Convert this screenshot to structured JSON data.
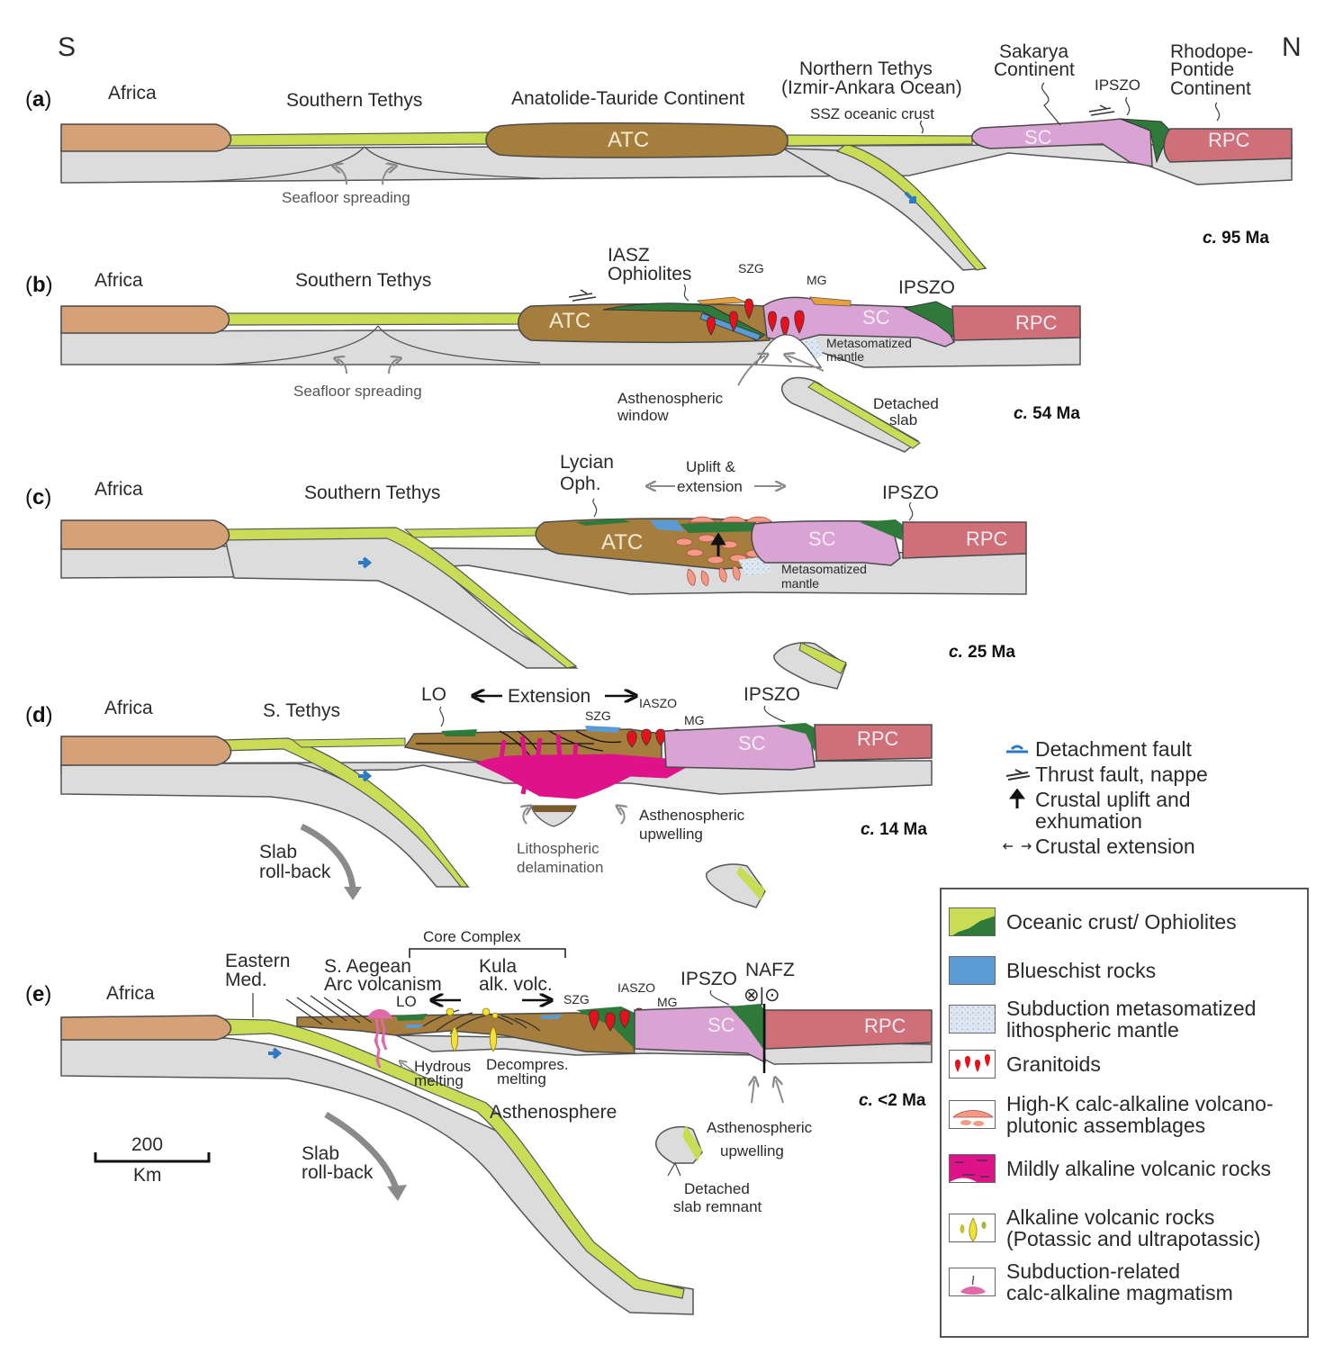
{
  "orientation": {
    "south": "S",
    "north": "N"
  },
  "colors": {
    "africa": "#d4a276",
    "atc": "#a57d3c",
    "sc": "#d9a3d3",
    "rpc": "#cf6f78",
    "oceanic_crust": "#c9dc55",
    "ophiolite": "#2f7a3a",
    "mantle": "#dcdcdc",
    "blueschist": "#5b9bd5",
    "granitoid": "#e3121b",
    "high_k": "#f29a86",
    "mildly_alkaline": "#e0128a",
    "alkaline": "#f1e23a",
    "subduction_magma": "#e06aa8",
    "arrow_blue": "#2f79c4",
    "arrow_gray": "#8a8a8a",
    "outline": "#4a4a4a"
  },
  "panels": [
    {
      "id": "a",
      "label": "a",
      "age_prefix": "c.",
      "age": "95 Ma",
      "labels": {
        "africa": "Africa",
        "ocean": "Southern Tethys",
        "atc_name": "Anatolide-Tauride Continent",
        "atc": "ATC",
        "northern_tethys_1": "Northern Tethys",
        "northern_tethys_2": "(Izmir-Ankara Ocean)",
        "ssz": "SSZ oceanic crust",
        "sakarya_1": "Sakarya",
        "sakarya_2": "Continent",
        "ipszo": "IPSZO",
        "rhodope_1": "Rhodope-",
        "rhodope_2": "Pontide",
        "rhodope_3": "Continent",
        "sc": "SC",
        "rpc": "RPC",
        "spreading": "Seafloor spreading"
      }
    },
    {
      "id": "b",
      "label": "b",
      "age_prefix": "c.",
      "age": "54 Ma",
      "labels": {
        "africa": "Africa",
        "ocean": "Southern Tethys",
        "iasz_1": "IASZ",
        "iasz_2": "Ophiolites",
        "szg": "SZG",
        "mg": "MG",
        "ipszo": "IPSZO",
        "atc": "ATC",
        "sc": "SC",
        "rpc": "RPC",
        "meta_1": "Metasomatized",
        "meta_2": "mantle",
        "spreading": "Seafloor spreading",
        "astheno_1": "Asthenospheric",
        "astheno_2": "window",
        "detached_1": "Detached",
        "detached_2": "slab"
      }
    },
    {
      "id": "c",
      "label": "c",
      "age_prefix": "c.",
      "age": "25 Ma",
      "labels": {
        "africa": "Africa",
        "ocean": "Southern Tethys",
        "lycian_1": "Lycian",
        "lycian_2": "Oph.",
        "uplift_1": "Uplift &",
        "uplift_2": "extension",
        "ipszo": "IPSZO",
        "atc": "ATC",
        "sc": "SC",
        "rpc": "RPC",
        "meta_1": "Metasomatized",
        "meta_2": "mantle"
      }
    },
    {
      "id": "d",
      "label": "d",
      "age_prefix": "c.",
      "age": "14 Ma",
      "labels": {
        "africa": "Africa",
        "ocean": "S. Tethys",
        "lo": "LO",
        "extension": "Extension",
        "iaszo": "IASZO",
        "szg": "SZG",
        "mg": "MG",
        "ipszo": "IPSZO",
        "sc": "SC",
        "rpc": "RPC",
        "rollback_1": "Slab",
        "rollback_2": "roll-back",
        "delam_1": "Lithospheric",
        "delam_2": "delamination",
        "upwell_1": "Asthenospheric",
        "upwell_2": "upwelling"
      }
    },
    {
      "id": "e",
      "label": "e",
      "age_prefix": "c.",
      "age": "<2 Ma",
      "labels": {
        "africa": "Africa",
        "eastern_1": "Eastern",
        "eastern_2": "Med.",
        "aegean_1": "S. Aegean",
        "aegean_2": "Arc volcanism",
        "core_complex": "Core Complex",
        "kula_1": "Kula",
        "kula_2": "alk. volc.",
        "lo": "LO",
        "szg": "SZG",
        "iaszo": "IASZO",
        "mg": "MG",
        "ipszo": "IPSZO",
        "nafz": "NAFZ",
        "nafz_sym": "⊗|⊙",
        "sc": "SC",
        "rpc": "RPC",
        "hydrous_1": "Hydrous",
        "hydrous_2": "melting",
        "decomp_1": "Decompres.",
        "decomp_2": "melting",
        "asthenosphere": "Asthenosphere",
        "rollback_1": "Slab",
        "rollback_2": "roll-back",
        "upwell_1": "Asthenospheric",
        "upwell_2": "upwelling",
        "remnant_1": "Detached",
        "remnant_2": "slab remnant"
      }
    }
  ],
  "scale_bar": {
    "value": "200",
    "unit": "Km"
  },
  "symbol_legend": [
    {
      "icon": "detachment-fault-icon",
      "label": "Detachment fault"
    },
    {
      "icon": "thrust-fault-icon",
      "label": "Thrust fault, nappe"
    },
    {
      "icon": "uplift-arrow-icon",
      "label_1": "Crustal uplift and",
      "label_2": "exhumation"
    },
    {
      "icon": "extension-arrows-icon",
      "label": "Crustal extension"
    }
  ],
  "legend": [
    {
      "key": "oceanic",
      "label_1": "Oceanic crust/ Ophiolites"
    },
    {
      "key": "blueschist",
      "label_1": "Blueschist rocks"
    },
    {
      "key": "metasomatized",
      "label_1": "Subduction metasomatized",
      "label_2": "lithospheric mantle"
    },
    {
      "key": "granitoids",
      "label_1": "Granitoids"
    },
    {
      "key": "highk",
      "label_1": "High-K calc-alkaline volcano-",
      "label_2": "plutonic assemblages"
    },
    {
      "key": "mildly",
      "label_1": "Mildly alkaline volcanic rocks"
    },
    {
      "key": "alkaline",
      "label_1": "Alkaline volcanic rocks",
      "label_2": "(Potassic and ultrapotassic)"
    },
    {
      "key": "subduction",
      "label_1": "Subduction-related",
      "label_2": "calc-alkaline magmatism"
    }
  ]
}
